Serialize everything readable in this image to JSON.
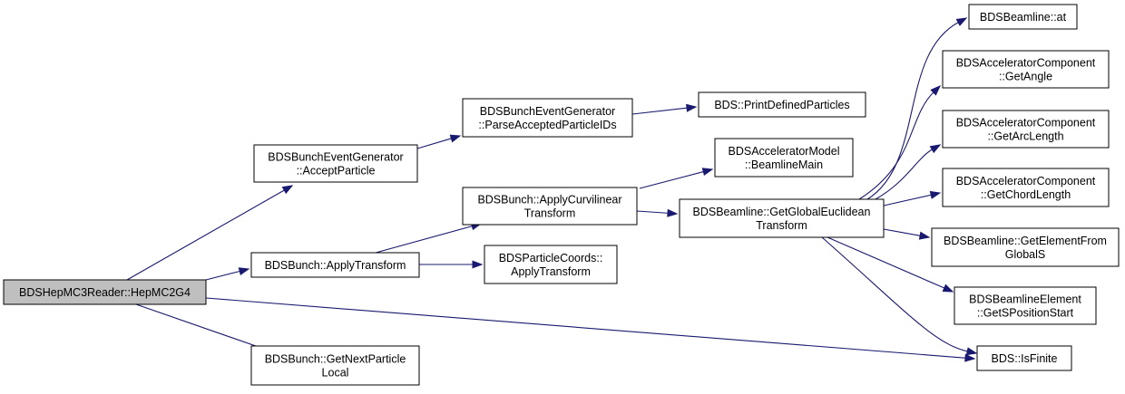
{
  "graph": {
    "nodes": {
      "hepmc2g4": {
        "lines": [
          "BDSHepMC3Reader::HepMC2G4"
        ],
        "root": true
      },
      "acceptParticle": {
        "lines": [
          "BDSBunchEventGenerator",
          "::AcceptParticle"
        ]
      },
      "parseIDs": {
        "lines": [
          "BDSBunchEventGenerator",
          "::ParseAcceptedParticleIDs"
        ]
      },
      "printDefined": {
        "lines": [
          "BDS::PrintDefinedParticles"
        ]
      },
      "applyTransform": {
        "lines": [
          "BDSBunch::ApplyTransform"
        ]
      },
      "applyCurvilinear": {
        "lines": [
          "BDSBunch::ApplyCurvilinear",
          "Transform"
        ]
      },
      "beamlineMain": {
        "lines": [
          "BDSAcceleratorModel",
          "::BeamlineMain"
        ]
      },
      "particleCoords": {
        "lines": [
          "BDSParticleCoords::",
          "ApplyTransform"
        ]
      },
      "globalEuclidean": {
        "lines": [
          "BDSBeamline::GetGlobalEuclidean",
          "Transform"
        ]
      },
      "getNextParticle": {
        "lines": [
          "BDSBunch::GetNextParticle",
          "Local"
        ]
      },
      "beamlineAt": {
        "lines": [
          "BDSBeamline::at"
        ]
      },
      "getAngle": {
        "lines": [
          "BDSAcceleratorComponent",
          "::GetAngle"
        ]
      },
      "getArcLength": {
        "lines": [
          "BDSAcceleratorComponent",
          "::GetArcLength"
        ]
      },
      "getChordLength": {
        "lines": [
          "BDSAcceleratorComponent",
          "::GetChordLength"
        ]
      },
      "getElementFrom": {
        "lines": [
          "BDSBeamline::GetElementFrom",
          "GlobalS"
        ]
      },
      "getSPositionStart": {
        "lines": [
          "BDSBeamlineElement",
          "::GetSPositionStart"
        ]
      },
      "isFinite": {
        "lines": [
          "BDS::IsFinite"
        ]
      }
    },
    "edges": [
      [
        "hepmc2g4",
        "acceptParticle"
      ],
      [
        "hepmc2g4",
        "applyTransform"
      ],
      [
        "hepmc2g4",
        "getNextParticle"
      ],
      [
        "hepmc2g4",
        "isFinite"
      ],
      [
        "acceptParticle",
        "parseIDs"
      ],
      [
        "parseIDs",
        "printDefined"
      ],
      [
        "applyTransform",
        "applyCurvilinear"
      ],
      [
        "applyTransform",
        "particleCoords"
      ],
      [
        "applyCurvilinear",
        "beamlineMain"
      ],
      [
        "applyCurvilinear",
        "globalEuclidean"
      ],
      [
        "globalEuclidean",
        "beamlineAt"
      ],
      [
        "globalEuclidean",
        "getAngle"
      ],
      [
        "globalEuclidean",
        "getArcLength"
      ],
      [
        "globalEuclidean",
        "getChordLength"
      ],
      [
        "globalEuclidean",
        "getElementFrom"
      ],
      [
        "globalEuclidean",
        "getSPositionStart"
      ],
      [
        "globalEuclidean",
        "isFinite"
      ]
    ],
    "colors": {
      "edge": "#191970",
      "root_fill": "#bfbfbf",
      "node_fill": "#ffffff",
      "border": "#000000"
    }
  }
}
